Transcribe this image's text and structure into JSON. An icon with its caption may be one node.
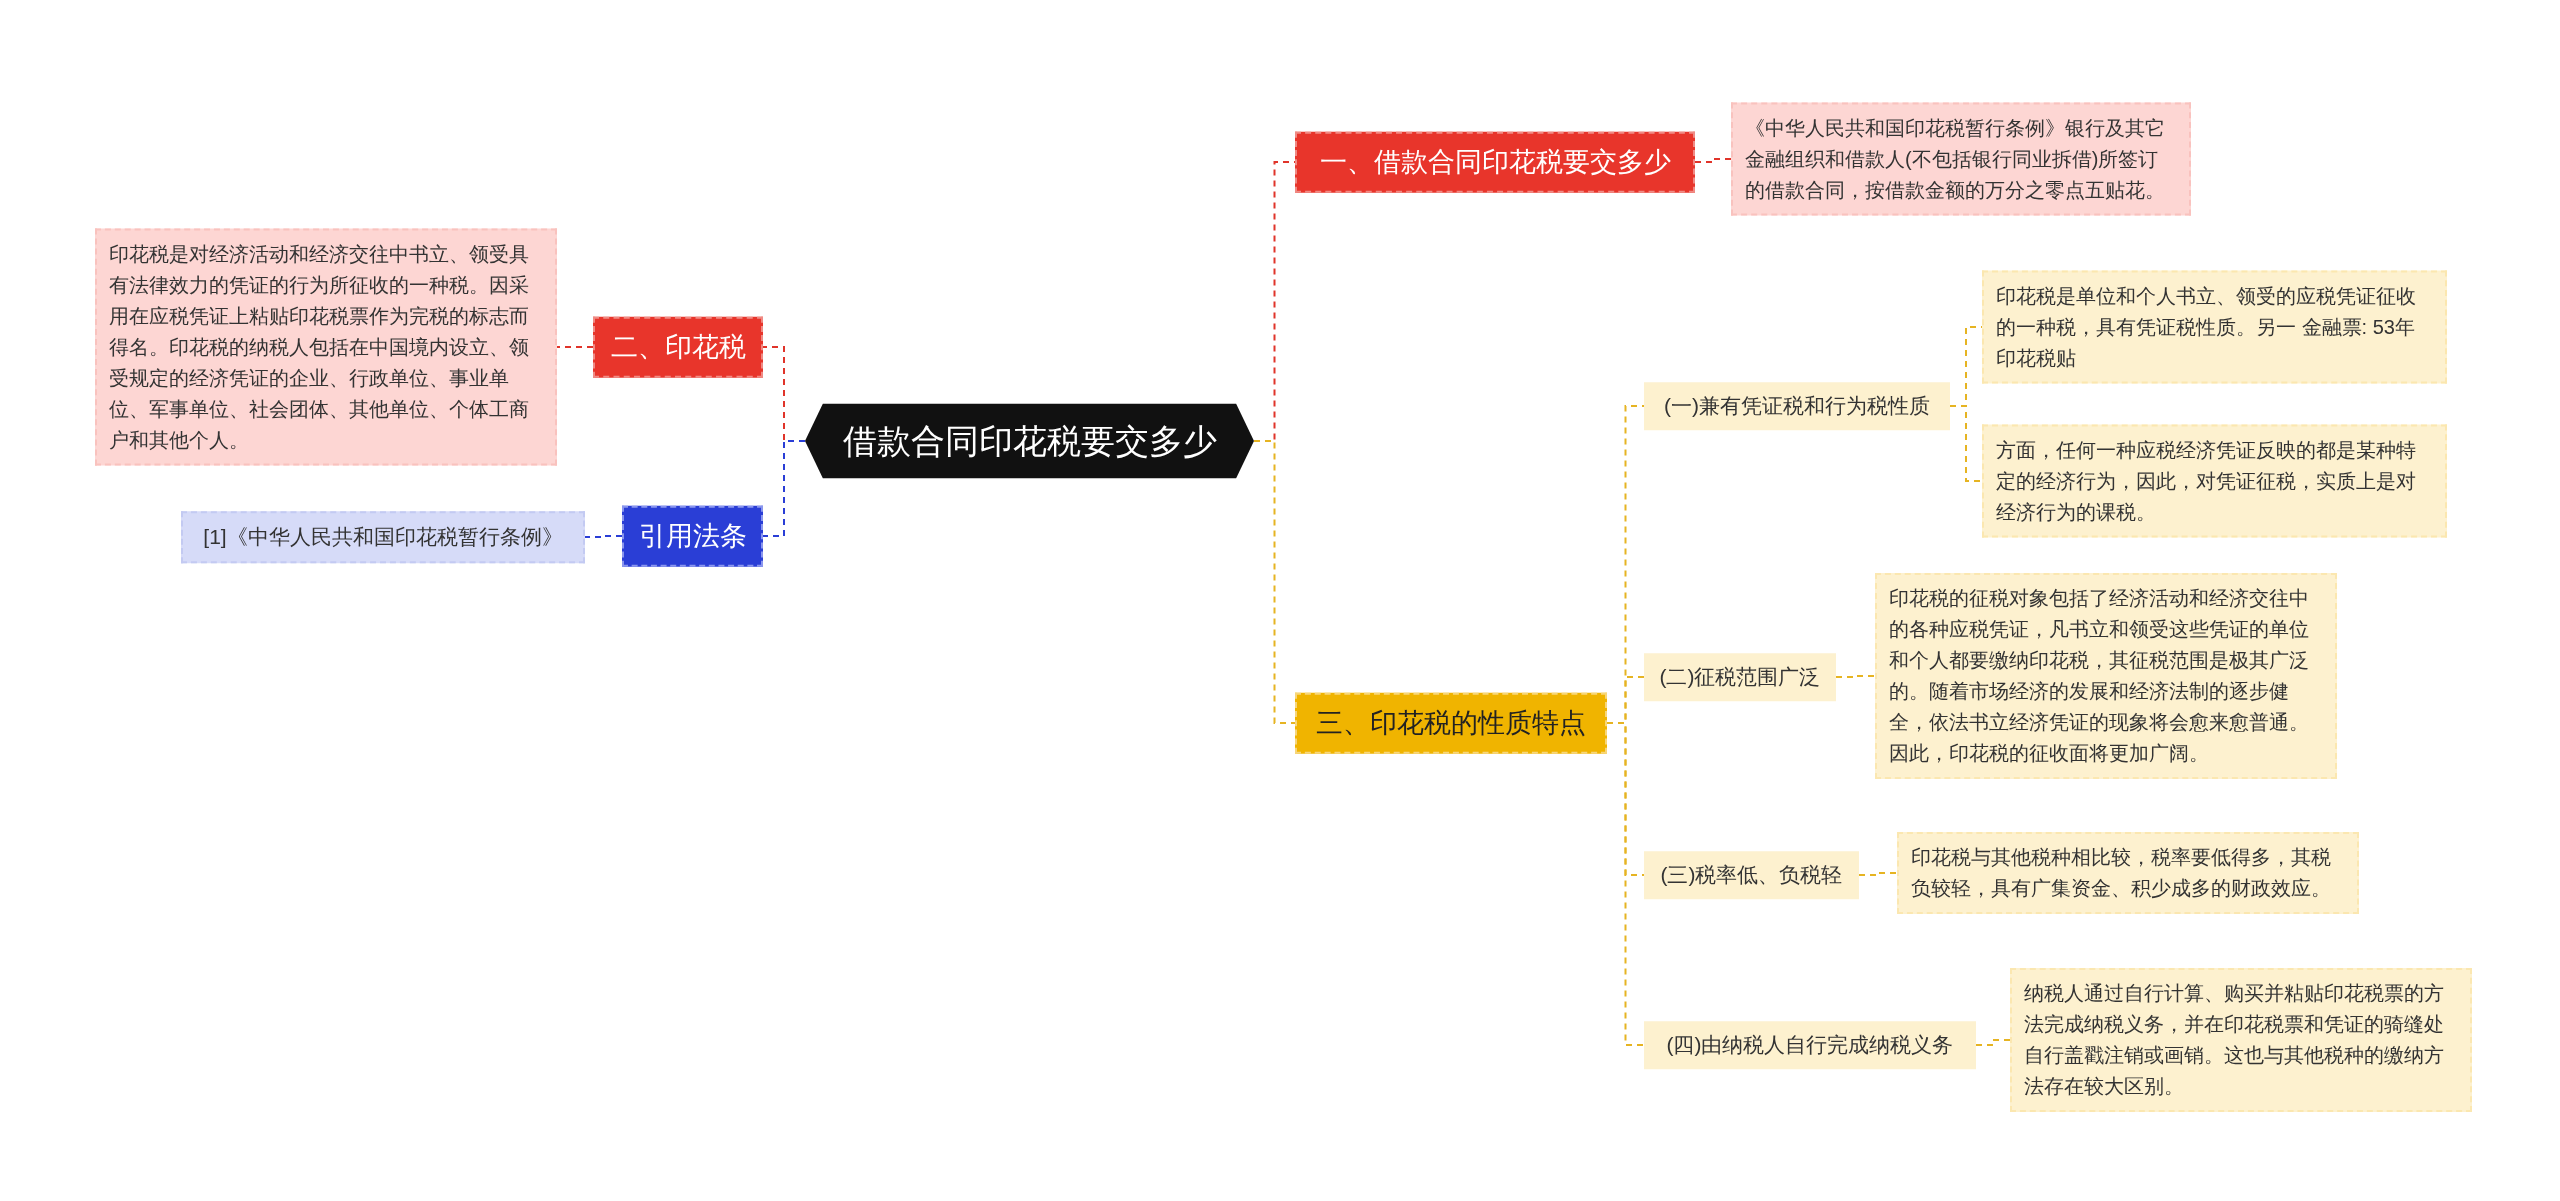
{
  "diagram": {
    "nodes": [
      {
        "text": [
          "借款合同印花税要交多少"
        ]
      },
      {
        "text": [
          "一、借款合同印花税要交多少"
        ]
      },
      {
        "text": [
          "《中华人民共和国印花税暂行条例》银行及其它金融组织和借款人(不包括银行同业拆借)所签订的借款合同，按借款金额的万分之零点五贴花。"
        ]
      },
      {
        "text": [
          "二、印花税"
        ]
      },
      {
        "text": [
          "印花税是对经济活动和经济交往中书立、领受具有法律效力的凭证的行为所征收的一种税。因采用在应税凭证上粘贴印花税票作为完税的标志而得名。印花税的纳税人包括在中国境内设立、领受规定的经济凭证的企业、行政单位、事业单位、军事单位、社会团体、其他单位、个体工商户和其他个人。"
        ]
      },
      {
        "text": [
          "引用法条"
        ]
      },
      {
        "text": [
          "[1]《中华人民共和国印花税暂行条例》"
        ]
      },
      {
        "text": [
          "三、印花税的性质特点"
        ]
      },
      {
        "text": [
          "(一)兼有凭证税和行为税性质"
        ]
      },
      {
        "text": [
          "印花税是单位和个人书立、领受的应税凭证征收的一种税，具有凭证税性质。另一 金融票: 53年印花税贴"
        ]
      },
      {
        "text": [
          "方面，任何一种应税经济凭证反映的都是某种特定的经济行为，因此，对凭证征税，实质上是对经济行为的课税。"
        ]
      },
      {
        "text": [
          "(二)征税范围广泛"
        ]
      },
      {
        "text": [
          "印花税的征税对象包括了经济活动和经济交往中的各种应税凭证，凡书立和领受这些凭证的单位和个人都要缴纳印花税，其征税范围是极其广泛的。随着市场经济的发展和经济法制的逐步健全，依法书立经济凭证的现象将会愈来愈普通。因此，印花税的征收面将更加广阔。"
        ]
      },
      {
        "text": [
          "(三)税率低、负税轻"
        ]
      },
      {
        "text": [
          "印花税与其他税种相比较，税率要低得多，其税负较轻，具有广集资金、积少成多的财政效应。"
        ]
      },
      {
        "text": [
          "(四)由纳税人自行完成纳税义务"
        ]
      },
      {
        "text": [
          "纳税人通过自行计算、购买并粘贴印花税票的方法完成纳税义务，并在印花税票和凭证的骑缝处自行盖戳注销或画销。这也与其他税种的缴纳方法存在较大区别。"
        ]
      }
    ],
    "edges": [
      {
        "from": 0,
        "to": 1,
        "arrow": "none",
        "style": "dashed",
        "color": "#e0342a"
      },
      {
        "from": 1,
        "to": 2,
        "arrow": "none",
        "style": "dashed",
        "color": "#e0342a"
      },
      {
        "from": 0,
        "to": 3,
        "arrow": "none",
        "style": "dashed",
        "color": "#e0342a"
      },
      {
        "from": 3,
        "to": 4,
        "arrow": "none",
        "style": "dashed",
        "color": "#e0342a"
      },
      {
        "from": 0,
        "to": 5,
        "arrow": "none",
        "style": "dashed",
        "color": "#2a3ed6"
      },
      {
        "from": 5,
        "to": 6,
        "arrow": "none",
        "style": "dashed",
        "color": "#2a3ed6"
      },
      {
        "from": 0,
        "to": 7,
        "arrow": "none",
        "style": "dashed"
      },
      {
        "from": 7,
        "to": 8,
        "arrow": "none",
        "style": "dashed"
      },
      {
        "from": 7,
        "to": 11,
        "arrow": "none",
        "style": "dashed"
      },
      {
        "from": 7,
        "to": 13,
        "arrow": "none",
        "style": "dashed"
      },
      {
        "from": 7,
        "to": 15,
        "arrow": "none",
        "style": "dashed"
      },
      {
        "from": 8,
        "to": 9,
        "arrow": "none",
        "style": "dashed"
      },
      {
        "from": 8,
        "to": 10,
        "arrow": "none",
        "style": "dashed"
      },
      {
        "from": 11,
        "to": 12,
        "arrow": "none",
        "style": "dashed"
      },
      {
        "from": 13,
        "to": 14,
        "arrow": "none",
        "style": "dashed"
      },
      {
        "from": 15,
        "to": 16,
        "arrow": "none",
        "style": "dashed"
      }
    ]
  }
}
